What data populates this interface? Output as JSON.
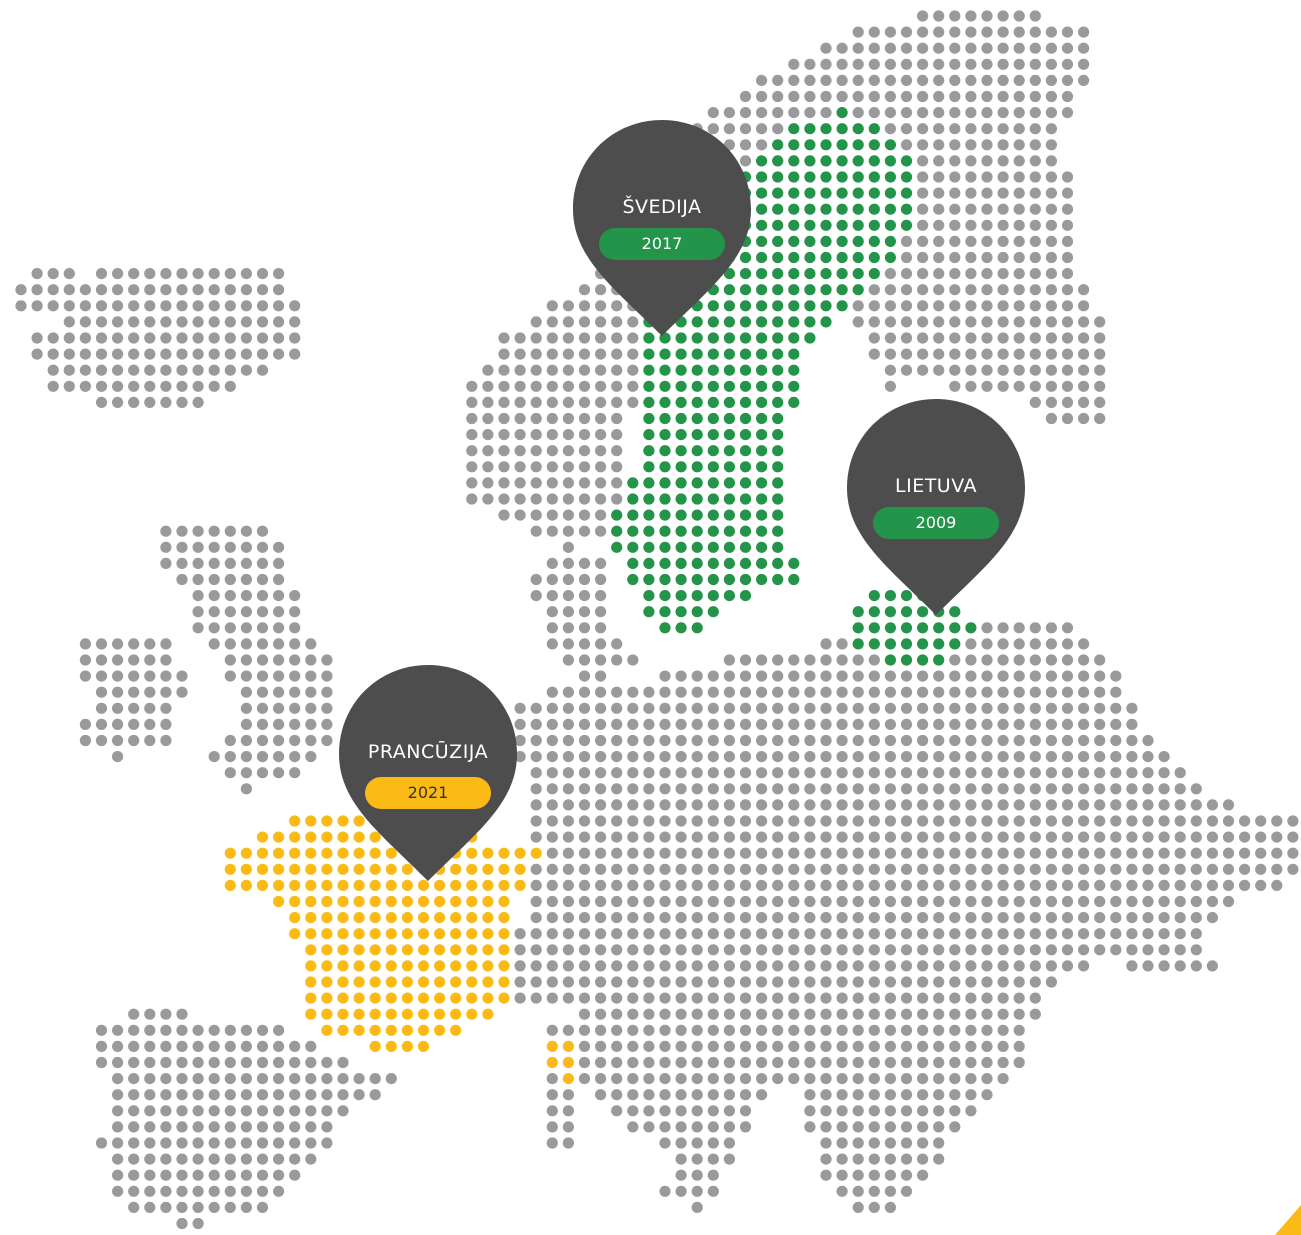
{
  "map": {
    "colors": {
      "land": "#9a9a9a",
      "sweden": "#24944b",
      "lithuania": "#24944b",
      "france": "#fbba16",
      "pin_body": "#4d4d4d",
      "pin_text": "#ffffff",
      "accent_corner": "#fbba16"
    },
    "pins": [
      {
        "country": "ŠVEDIJA",
        "year": "2017",
        "color": "#24944b"
      },
      {
        "country": "LIETUVA",
        "year": "2009",
        "color": "#24944b"
      },
      {
        "country": "PRANCŪZIJA",
        "year": "2021",
        "color": "#fbba16"
      }
    ]
  }
}
